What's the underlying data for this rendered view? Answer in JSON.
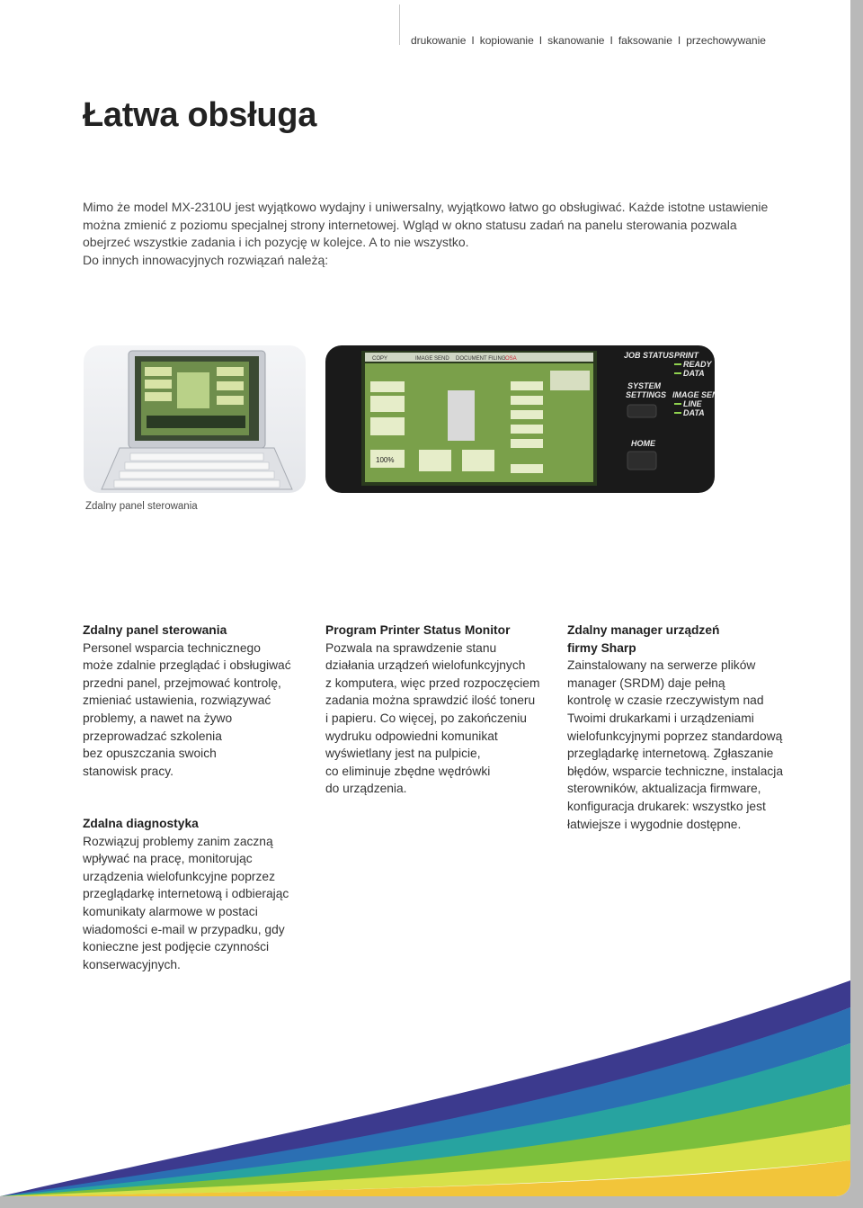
{
  "header": {
    "nav": [
      "drukowanie",
      "kopiowanie",
      "skanowanie",
      "faksowanie",
      "przechowywanie"
    ],
    "separator": "I"
  },
  "title": "Łatwa obsługa",
  "intro_lines": [
    "Mimo że model MX-2310U jest wyjątkowo wydajny i uniwersalny, wyjątkowo łatwo go obsługiwać. Każde istotne ustawienie",
    "można zmienić z poziomu specjalnej strony internetowej. Wgląd w okno statusu zadań na panelu sterowania pozwala",
    "obejrzeć wszystkie zadania i ich pozycję w kolejce. A to nie wszystko.",
    "Do innych innowacyjnych rozwiązań należą:"
  ],
  "panel_image": {
    "tabs": [
      "COPY",
      "IMAGE SEND",
      "DOCUMENT FILING",
      "OSA"
    ],
    "job_status": "JOB STATUS",
    "print": "PRINT",
    "ready": "READY",
    "data": "DATA",
    "system_settings_1": "SYSTEM",
    "system_settings_2": "SETTINGS",
    "image_send": "IMAGE SEND",
    "line": "LINE",
    "data2": "DATA",
    "home": "HOME",
    "zoom_value": "100%"
  },
  "caption": "Zdalny panel sterowania",
  "columns": {
    "remote_panel": {
      "heading": "Zdalny panel sterowania",
      "lines": [
        "Personel wsparcia technicznego",
        "może zdalnie przeglądać i obsługiwać",
        "przedni panel, przejmować kontrolę,",
        "zmieniać ustawienia, rozwiązywać",
        "problemy, a nawet na żywo",
        "przeprowadzać szkolenia",
        "bez opuszczania swoich",
        "stanowisk pracy."
      ]
    },
    "remote_diagnostics": {
      "heading": "Zdalna diagnostyka",
      "lines": [
        "Rozwiązuj problemy zanim zaczną",
        "wpływać na pracę, monitorując",
        "urządzenia wielofunkcyjne poprzez",
        "przeglądarkę internetową i odbierając",
        "komunikaty alarmowe w postaci",
        "wiadomości e-mail w przypadku, gdy",
        "konieczne jest podjęcie czynności",
        "konserwacyjnych."
      ]
    },
    "printer_status": {
      "heading": "Program Printer Status Monitor",
      "lines": [
        "Pozwala na sprawdzenie stanu",
        "działania urządzeń wielofunkcyjnych",
        "z komputera, więc przed rozpoczęciem",
        "zadania można sprawdzić ilość toneru",
        "i papieru. Co więcej, po zakończeniu",
        "wydruku odpowiedni komunikat",
        "wyświetlany jest na pulpicie,",
        "co eliminuje zbędne wędrówki",
        "do urządzenia."
      ]
    },
    "device_manager": {
      "heading_1": "Zdalny manager urządzeń",
      "heading_2": "firmy Sharp",
      "lines": [
        "Zainstalowany na serwerze plików",
        "manager (SRDM) daje pełną",
        "kontrolę w czasie rzeczywistym nad",
        "Twoimi drukarkami i urządzeniami",
        "wielofunkcyjnymi poprzez standardową",
        "przeglądarkę internetową. Zgłaszanie",
        "błędów, wsparcie techniczne, instalacja",
        "sterowników, aktualizacja firmware,",
        "konfiguracja drukarek: wszystko jest",
        "łatwiejsze i wygodnie dostępne."
      ]
    }
  },
  "colors": {
    "swoosh": [
      "#3c3a8e",
      "#2b6fb3",
      "#27a3a0",
      "#7bbf3c",
      "#d7e14a",
      "#f2c53a"
    ]
  }
}
